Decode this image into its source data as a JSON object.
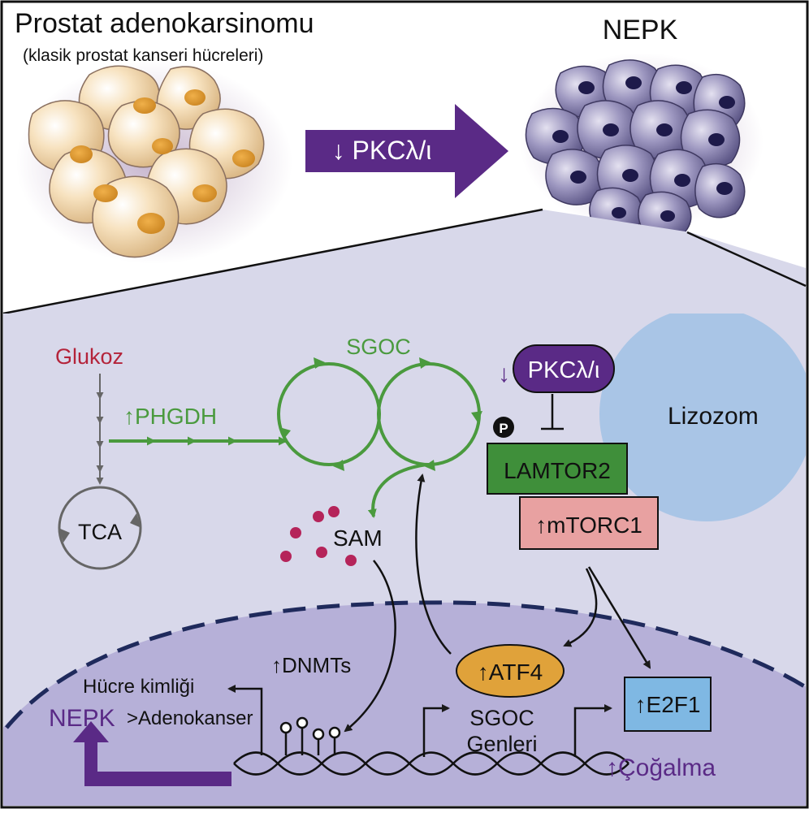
{
  "top": {
    "title": "Prostat adenokarsinomu",
    "subtitle": "(klasik prostat kanseri hücreleri)",
    "arrow_label": "↓ PKCλ/ι",
    "nepk_title": "NEPK"
  },
  "pathway": {
    "glukoz": "Glukoz",
    "phgdh": "↑PHGDH",
    "sgoc": "SGOC",
    "tca": "TCA",
    "sam": "SAM",
    "pkc": "PKCλ/ι",
    "pkc_down_arrow": "↓",
    "phospho": "P",
    "lizozom": "Lizozom",
    "lamtor2": "LAMTOR2",
    "mtorc1": "↑mTORC1",
    "atf4": "↑ATF4",
    "e2f1": "↑E2F1",
    "dnmts": "↑DNMTs",
    "hucre_kimligi": "Hücre kimliği",
    "nepk": "NEPK",
    "adenokanser": ">Adenokanser",
    "sgoc_genes_line1": "SGOC",
    "sgoc_genes_line2": "Genleri",
    "cogalma": "↑Çoğalma"
  },
  "colors": {
    "arrow_purple": "#5a2a86",
    "sgoc_green": "#4a9a3e",
    "glukoz_red": "#b4233a",
    "lamtor_green": "#3f8f3a",
    "mtorc_pink": "#e8a1a1",
    "atf4_orange": "#e0a23a",
    "e2f1_blue": "#7fb8e3",
    "lysosome_blue": "#a9c5e6",
    "nucleus_purple": "#b6b0d8",
    "panel_lavender": "#d8d8ea"
  }
}
